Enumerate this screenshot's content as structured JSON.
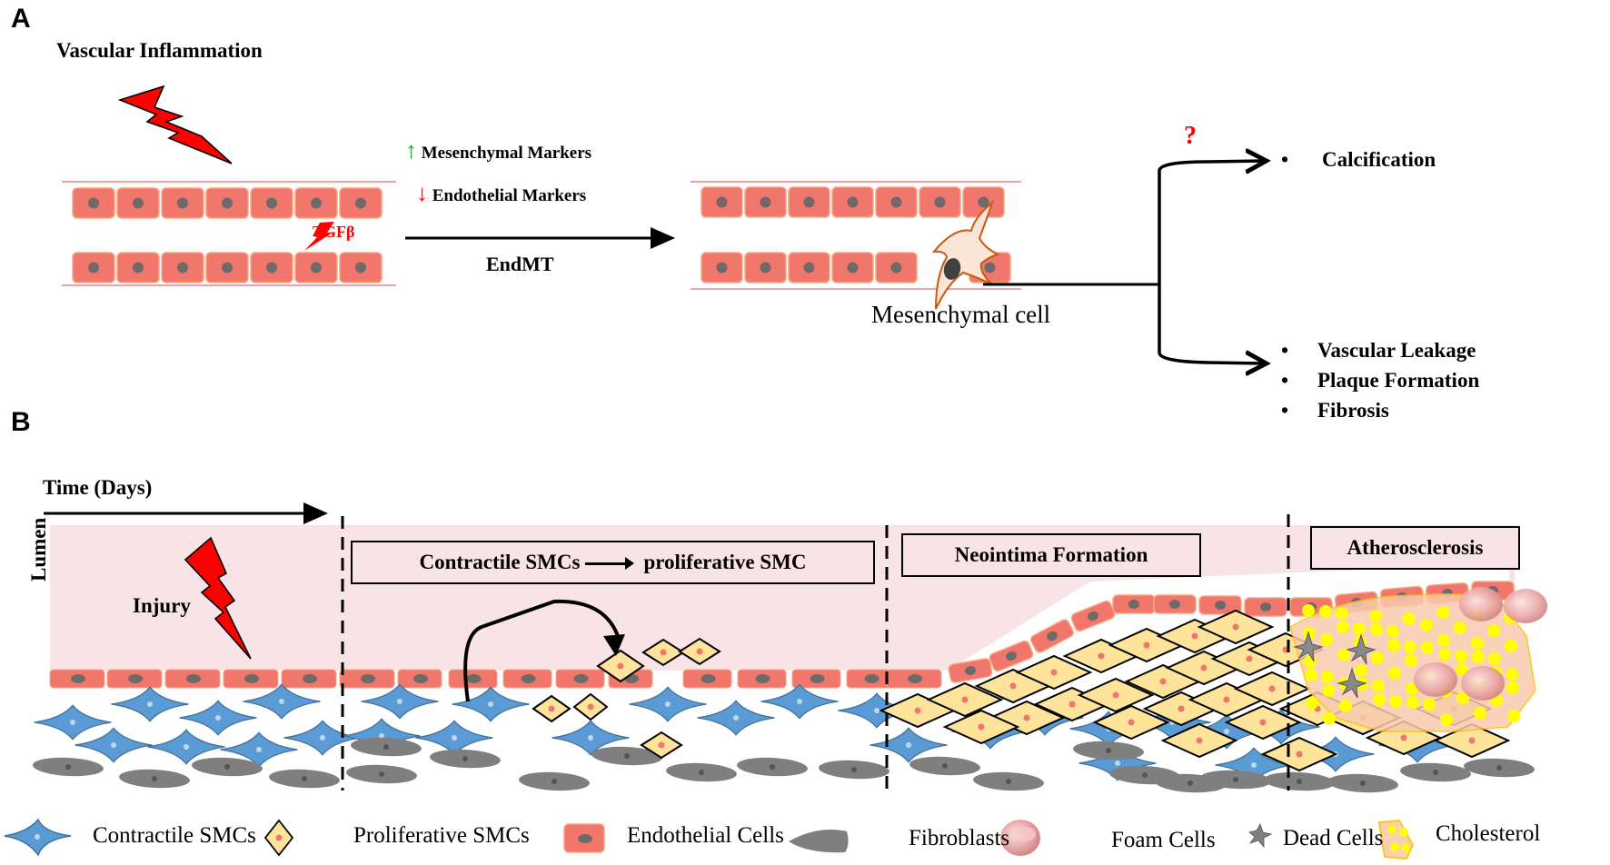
{
  "panel_a": {
    "label": "A",
    "title": "Vascular Inflammation",
    "tgf_label": "TGFβ",
    "marker_up": {
      "arrow": "↑",
      "text": "Mesenchymal Markers",
      "color": "#1fa33a"
    },
    "marker_down": {
      "arrow": "↓",
      "text": "Endothelial Markers",
      "color": "#e31b1b"
    },
    "process_label": "EndMT",
    "mesenchymal_cell_label": "Mesenchymal cell",
    "question_mark": "?",
    "outcome_top": [
      "Calcification"
    ],
    "outcome_bottom": [
      "Vascular Leakage",
      "Plaque Formation",
      "Fibrosis"
    ],
    "bullet": "•"
  },
  "panel_b": {
    "label": "B",
    "time_label": "Time (Days)",
    "lumen_label": "Lumen",
    "injury_label": "Injury",
    "stage_2_left": "Contractile SMCs",
    "stage_2_right": "proliferative SMC",
    "stage_3": "Neointima Formation",
    "stage_4": "Atherosclerosis"
  },
  "legend": [
    {
      "icon": "contractile-smc-icon",
      "label": "Contractile SMCs"
    },
    {
      "icon": "proliferative-smc-icon",
      "label": "Proliferative SMCs"
    },
    {
      "icon": "endothelial-cell-icon",
      "label": "Endothelial Cells"
    },
    {
      "icon": "fibroblast-icon",
      "label": "Fibroblasts"
    },
    {
      "icon": "foam-cell-icon",
      "label": "Foam Cells"
    },
    {
      "icon": "dead-cell-icon",
      "label": "Dead Cells"
    },
    {
      "icon": "cholesterol-icon",
      "label": "Cholesterol"
    }
  ],
  "colors": {
    "endothelial": "#f1766b",
    "endothelial_border": "#f9a582",
    "nucleus": "#6f6a6a",
    "lumen_bg": "#f8e3e6",
    "smc_blue": "#5b9bd5",
    "smc_border": "#41719c",
    "prolif_fill": "#fde49a",
    "fibroblast": "#7f7f7f",
    "cholesterol_yellow": "#ffff00",
    "cholesterol_bg": "#f8cbad",
    "bolt_red": "#ff0000",
    "mesenchymal_outline": "#c55a11"
  }
}
